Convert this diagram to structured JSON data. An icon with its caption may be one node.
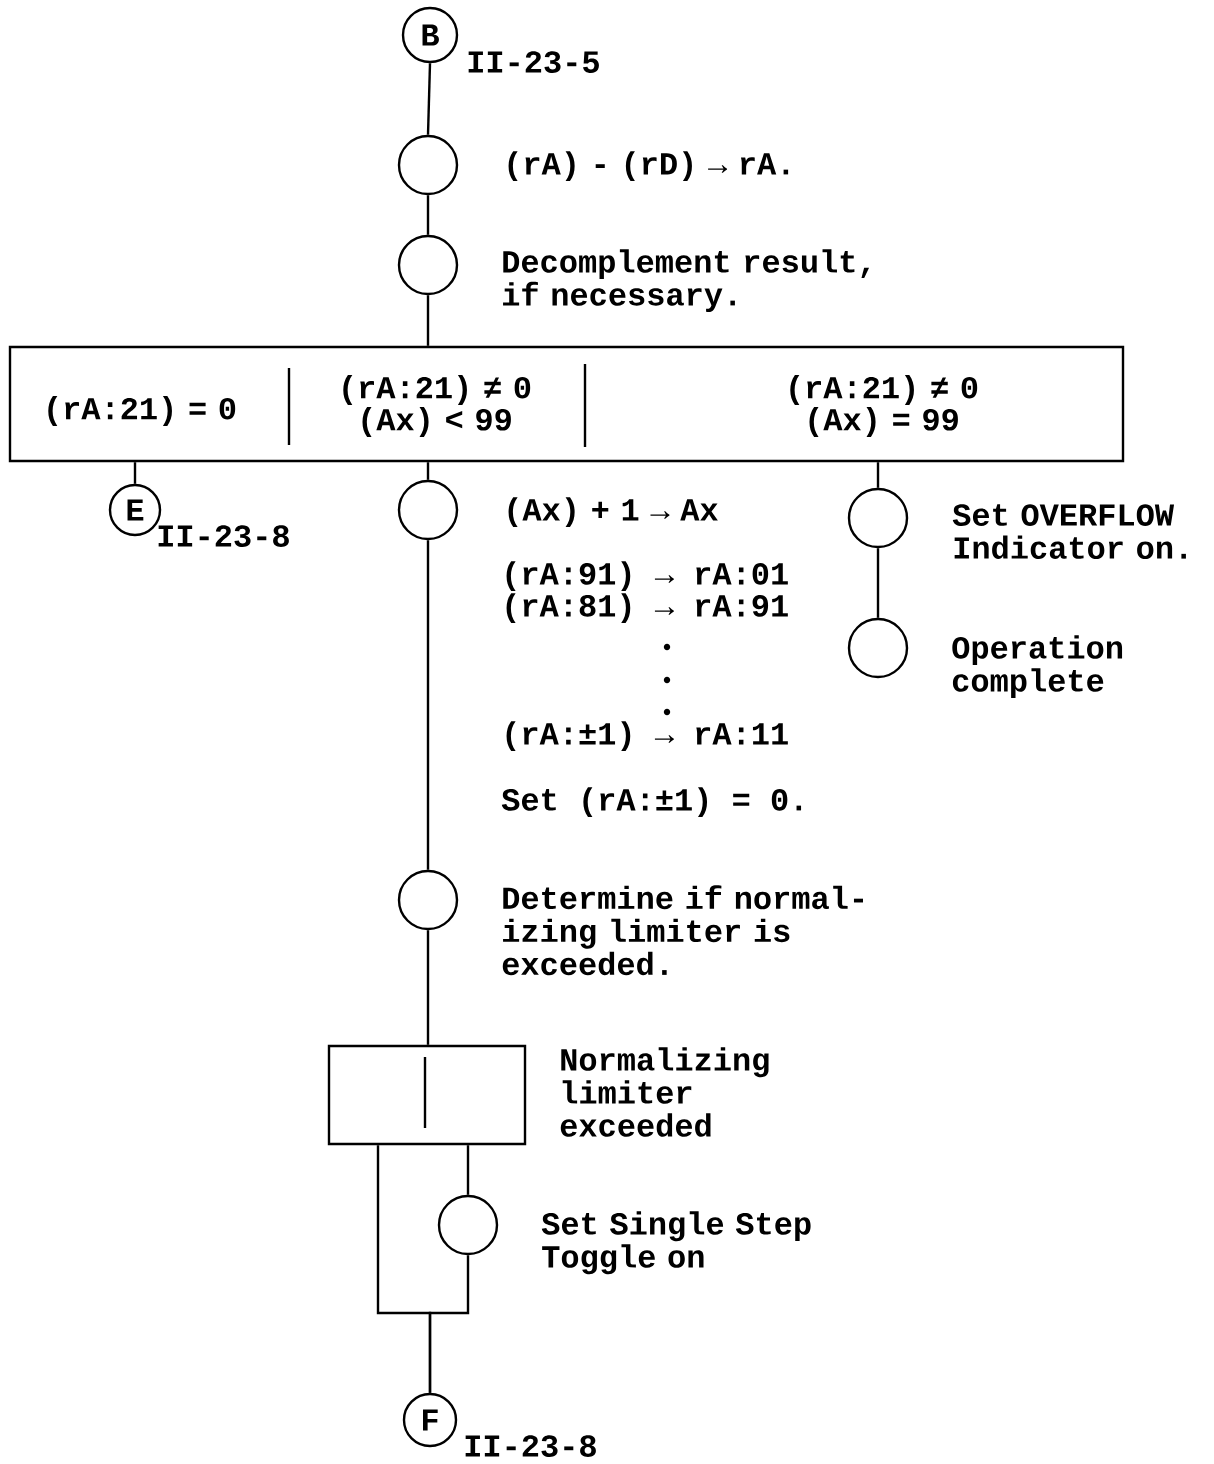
{
  "diagram": {
    "nodes": [
      {
        "text": [
          "B"
        ],
        "beside": [
          "II-23-5"
        ]
      },
      {
        "text": [],
        "shape": "circle",
        "beside": [
          "(rA) - (rD) → rA."
        ]
      },
      {
        "text": [],
        "shape": "circle",
        "beside": [
          "Decomplement result, if necessary."
        ]
      },
      {
        "text": [
          "(rA:21) = 0",
          "(rA:21) ≠ 0",
          "(Ax) < 99",
          "(rA:21) ≠ 0",
          "(Ax) = 99"
        ]
      },
      {
        "text": [
          "E"
        ],
        "beside": [
          "II-23-8"
        ]
      },
      {
        "text": [],
        "shape": "circle",
        "beside": [
          "(Ax) + 1 → Ax"
        ]
      },
      {
        "text": [],
        "shape": "circle",
        "beside": [
          "Set OVERFLOW Indicator on."
        ]
      },
      {
        "text": [],
        "shape": "circle",
        "beside": [
          "Operation complete"
        ]
      },
      {
        "text": [],
        "shape": "circle",
        "beside": [
          "Determine if normal- izing limiter is exceeded."
        ]
      },
      {
        "text": [],
        "shape": "box",
        "beside": [
          "Normalizing limiter exceeded"
        ]
      },
      {
        "text": [],
        "shape": "circle",
        "beside": [
          "Set Single Step Toggle on"
        ]
      },
      {
        "text": [
          "F"
        ],
        "beside": [
          "II-23-8"
        ]
      }
    ],
    "edges": [
      {
        "from": 0,
        "to": 1,
        "arrow": "none"
      },
      {
        "from": 1,
        "to": 2,
        "arrow": "none"
      },
      {
        "from": 2,
        "to": 3,
        "arrow": "none"
      },
      {
        "from": 3,
        "to": 4,
        "arrow": "none"
      },
      {
        "from": 3,
        "to": 5,
        "arrow": "none"
      },
      {
        "from": 3,
        "to": 6,
        "arrow": "none"
      },
      {
        "from": 6,
        "to": 7,
        "arrow": "none"
      },
      {
        "from": 5,
        "to": 8,
        "arrow": "none"
      },
      {
        "from": 8,
        "to": 9,
        "arrow": "none"
      },
      {
        "from": 9,
        "to": 10,
        "arrow": "none"
      },
      {
        "from": 9,
        "to": 11,
        "arrow": "none"
      },
      {
        "from": 10,
        "to": 11,
        "arrow": "none"
      }
    ],
    "labels": [
      "(rA:91) → rA:01",
      "(rA:81) → rA:91",
      "(rA:±1) → rA:11",
      "Set (rA:±1) = 0."
    ]
  }
}
